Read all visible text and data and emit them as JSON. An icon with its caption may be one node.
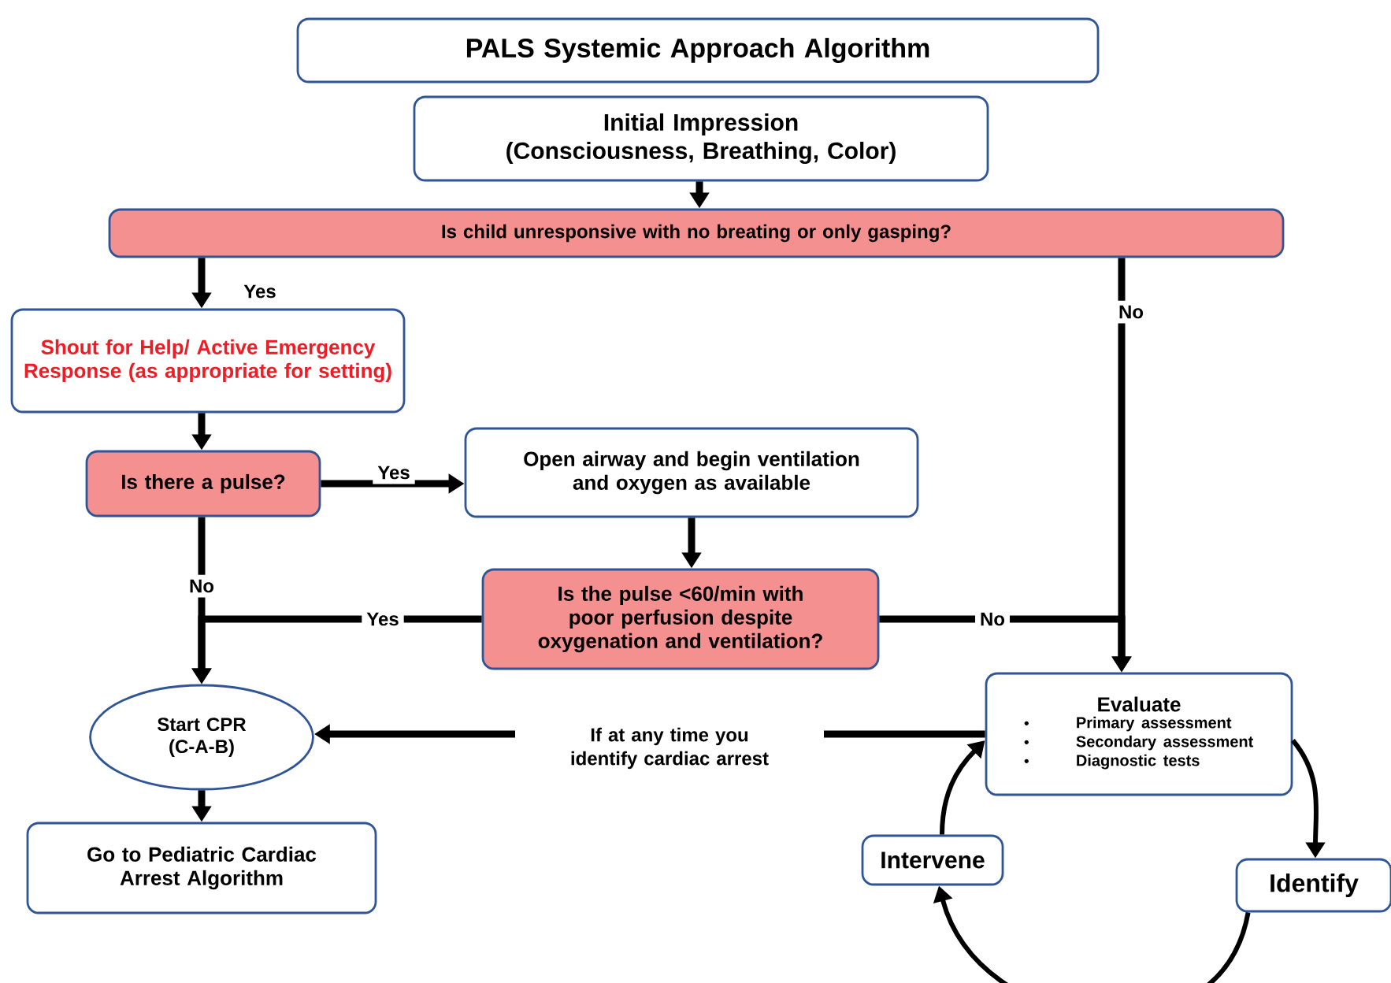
{
  "diagram": {
    "nodes": [
      {
        "text": [
          "PALS Systemic Approach Algorithm"
        ]
      },
      {
        "text": [
          "Initial Impression (Consciousness, Breathing, Color)"
        ]
      },
      {
        "text": [
          "Is child unresponsive with no breating or only gasping?"
        ]
      },
      {
        "text": [
          "Shout for Help/ Active Emergency Response (as appropriate for setting)"
        ]
      },
      {
        "text": [
          "Is there a pulse?"
        ]
      },
      {
        "text": [
          "Open airway and begin ventilation and oxygen as available"
        ]
      },
      {
        "text": [
          "Is the pulse <60/min with poor perfusion despite oxygenation and ventilation?"
        ]
      },
      {
        "text": [
          "Start CPR (C-A-B)"
        ]
      },
      {
        "text": [
          "Go to Pediatric Cardiac Arrest Algorithm"
        ]
      },
      {
        "text": [
          "Evaluate",
          "Primary assessment",
          "Secondary assessment",
          "Diagnostic tests"
        ]
      },
      {
        "text": [
          "Intervene"
        ]
      },
      {
        "text": [
          "Identify"
        ]
      }
    ],
    "edges": [
      {
        "from": 1,
        "to": 2,
        "arrow": "to"
      },
      {
        "from": 2,
        "to": 3,
        "arrow": "to",
        "label": "Yes"
      },
      {
        "from": 2,
        "to": 9,
        "arrow": "to",
        "label": "No"
      },
      {
        "from": 3,
        "to": 4,
        "arrow": "to"
      },
      {
        "from": 4,
        "to": 5,
        "arrow": "to",
        "label": "Yes"
      },
      {
        "from": 5,
        "to": 6,
        "arrow": "to"
      },
      {
        "from": 4,
        "to": 7,
        "arrow": "to",
        "label": "No"
      },
      {
        "from": 6,
        "to": 7,
        "arrow": "to",
        "label": "Yes"
      },
      {
        "from": 6,
        "to": 9,
        "arrow": "to",
        "label": "No"
      },
      {
        "from": 9,
        "to": 7,
        "arrow": "to",
        "label": "If at any time you identify cardiac arrest"
      },
      {
        "from": 7,
        "to": 8,
        "arrow": "to"
      },
      {
        "from": 9,
        "to": 11,
        "arrow": "to"
      },
      {
        "from": 11,
        "to": 10,
        "arrow": "to"
      },
      {
        "from": 10,
        "to": 9,
        "arrow": "to"
      }
    ]
  }
}
